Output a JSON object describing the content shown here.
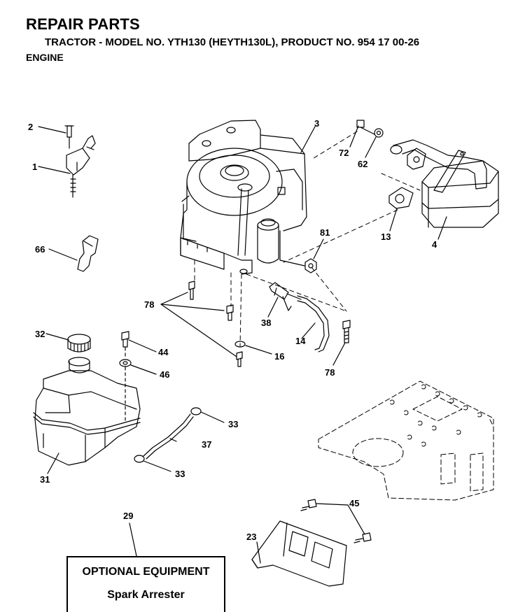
{
  "header": {
    "title": "REPAIR PARTS",
    "subtitle": "TRACTOR - MODEL NO. YTH130 (HEYTH130L), PRODUCT NO. 954 17 00-26",
    "section": "ENGINE"
  },
  "callouts": {
    "c1": "1",
    "c2": "2",
    "c3": "3",
    "c4": "4",
    "c13": "13",
    "c14": "14",
    "c16": "16",
    "c23": "23",
    "c29": "29",
    "c31": "31",
    "c32": "32",
    "c33a": "33",
    "c33b": "33",
    "c37": "37",
    "c38": "38",
    "c44": "44",
    "c45": "45",
    "c46": "46",
    "c62": "62",
    "c66": "66",
    "c72": "72",
    "c78a": "78",
    "c78b": "78",
    "c81": "81"
  },
  "optional_box": {
    "title": "OPTIONAL EQUIPMENT",
    "item": "Spark Arrester"
  }
}
